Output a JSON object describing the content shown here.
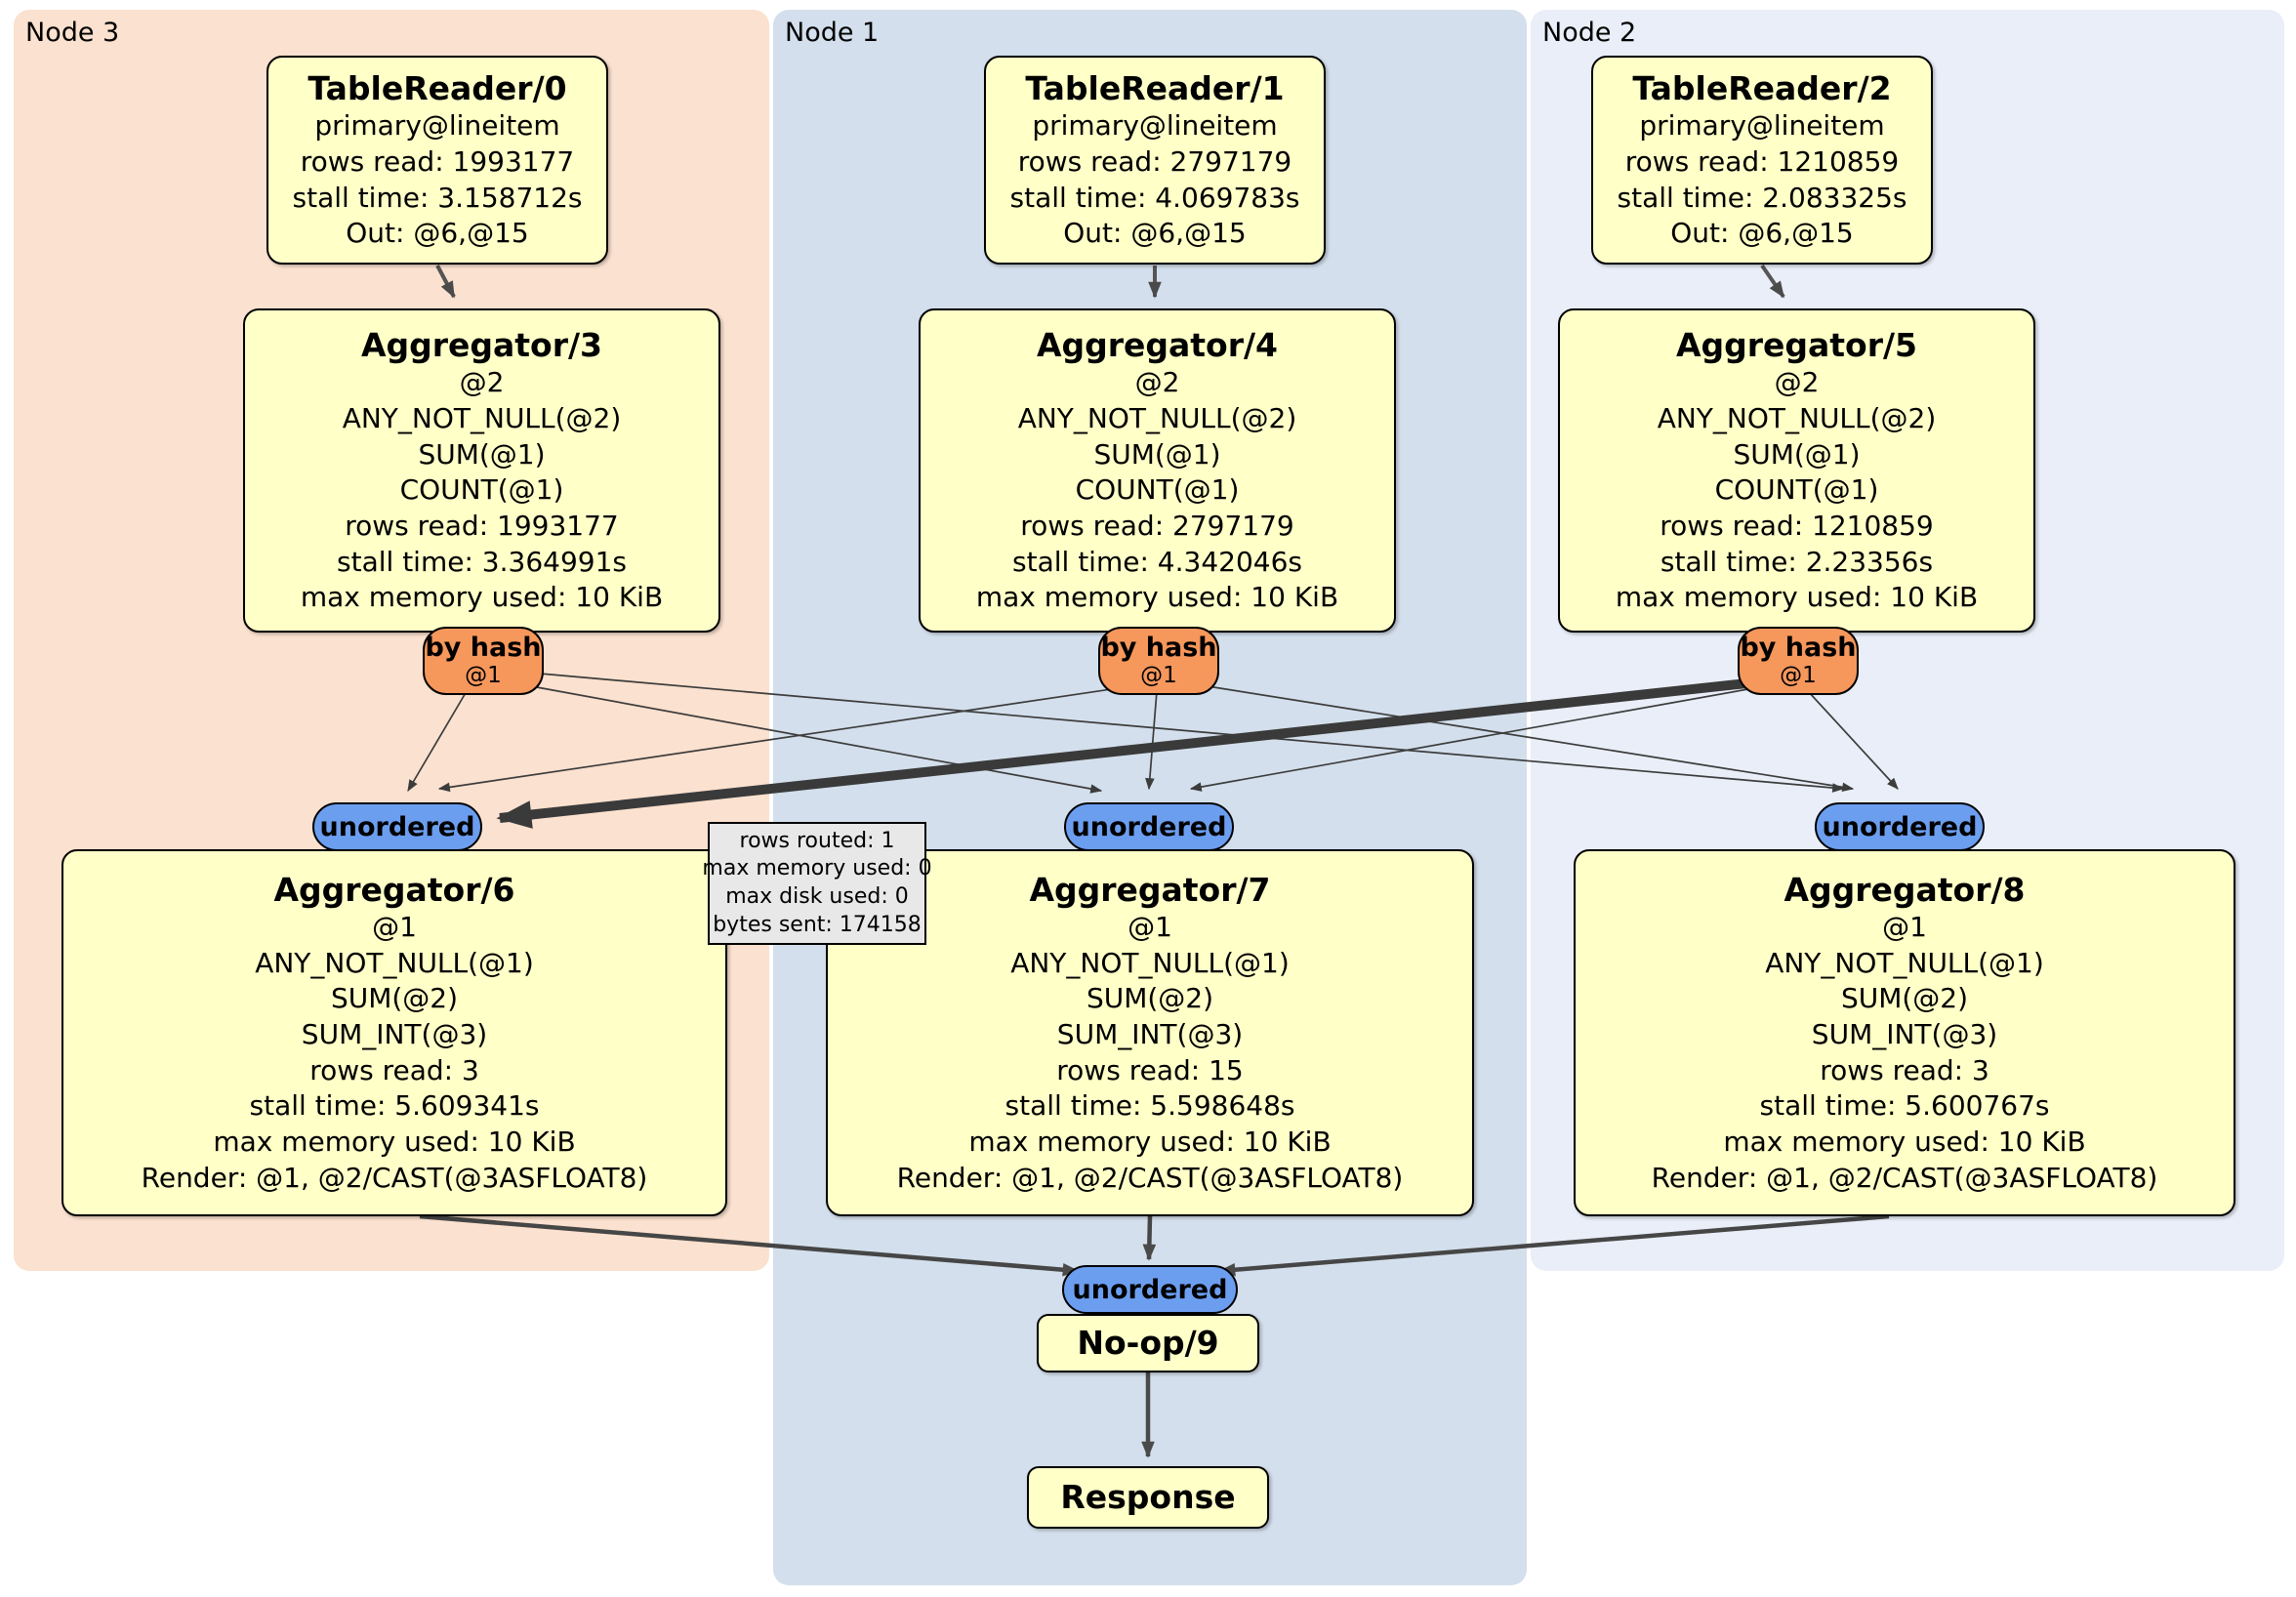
{
  "colors": {
    "node3_bg": "#fbe1cf",
    "node1_bg": "#d3dfec",
    "node2_bg": "#e9eef8",
    "box_fill": "#ffffc8",
    "router_fill": "#f6975c",
    "sync_fill": "#6c9ef0",
    "tooltip_fill": "#e8e8e8",
    "edge_color": "#3c3c3c"
  },
  "regions": [
    {
      "label": "Node 3"
    },
    {
      "label": "Node 1"
    },
    {
      "label": "Node 2"
    }
  ],
  "boxes": {
    "tr0": {
      "title": "TableReader/0",
      "lines": [
        "primary@lineitem",
        "rows read: 1993177",
        "stall time: 3.158712s",
        "Out: @6,@15"
      ]
    },
    "tr1": {
      "title": "TableReader/1",
      "lines": [
        "primary@lineitem",
        "rows read: 2797179",
        "stall time: 4.069783s",
        "Out: @6,@15"
      ]
    },
    "tr2": {
      "title": "TableReader/2",
      "lines": [
        "primary@lineitem",
        "rows read: 1210859",
        "stall time: 2.083325s",
        "Out: @6,@15"
      ]
    },
    "agg3": {
      "title": "Aggregator/3",
      "lines": [
        "@2",
        "ANY_NOT_NULL(@2)",
        "SUM(@1)",
        "COUNT(@1)",
        "rows read: 1993177",
        "stall time: 3.364991s",
        "max memory used: 10 KiB"
      ]
    },
    "agg4": {
      "title": "Aggregator/4",
      "lines": [
        "@2",
        "ANY_NOT_NULL(@2)",
        "SUM(@1)",
        "COUNT(@1)",
        "rows read: 2797179",
        "stall time: 4.342046s",
        "max memory used: 10 KiB"
      ]
    },
    "agg5": {
      "title": "Aggregator/5",
      "lines": [
        "@2",
        "ANY_NOT_NULL(@2)",
        "SUM(@1)",
        "COUNT(@1)",
        "rows read: 1210859",
        "stall time: 2.23356s",
        "max memory used: 10 KiB"
      ]
    },
    "agg6": {
      "title": "Aggregator/6",
      "lines": [
        "@1",
        "ANY_NOT_NULL(@1)",
        "SUM(@2)",
        "SUM_INT(@3)",
        "rows read: 3",
        "stall time: 5.609341s",
        "max memory used: 10 KiB",
        "Render: @1, @2/CAST(@3ASFLOAT8)"
      ]
    },
    "agg7": {
      "title": "Aggregator/7",
      "lines": [
        "@1",
        "ANY_NOT_NULL(@1)",
        "SUM(@2)",
        "SUM_INT(@3)",
        "rows read: 15",
        "stall time: 5.598648s",
        "max memory used: 10 KiB",
        "Render: @1, @2/CAST(@3ASFLOAT8)"
      ]
    },
    "agg8": {
      "title": "Aggregator/8",
      "lines": [
        "@1",
        "ANY_NOT_NULL(@1)",
        "SUM(@2)",
        "SUM_INT(@3)",
        "rows read: 3",
        "stall time: 5.600767s",
        "max memory used: 10 KiB",
        "Render: @1, @2/CAST(@3ASFLOAT8)"
      ]
    },
    "noop": {
      "title": "No-op/9"
    },
    "response": {
      "title": "Response"
    }
  },
  "routers": [
    {
      "label": "by hash",
      "sub": "@1"
    },
    {
      "label": "by hash",
      "sub": "@1"
    },
    {
      "label": "by hash",
      "sub": "@1"
    }
  ],
  "syncs": [
    {
      "label": "unordered"
    },
    {
      "label": "unordered"
    },
    {
      "label": "unordered"
    },
    {
      "label": "unordered"
    }
  ],
  "tooltip": {
    "lines": [
      "rows routed: 1",
      "max memory used: 0",
      "max disk used: 0",
      "bytes sent: 174158"
    ]
  }
}
